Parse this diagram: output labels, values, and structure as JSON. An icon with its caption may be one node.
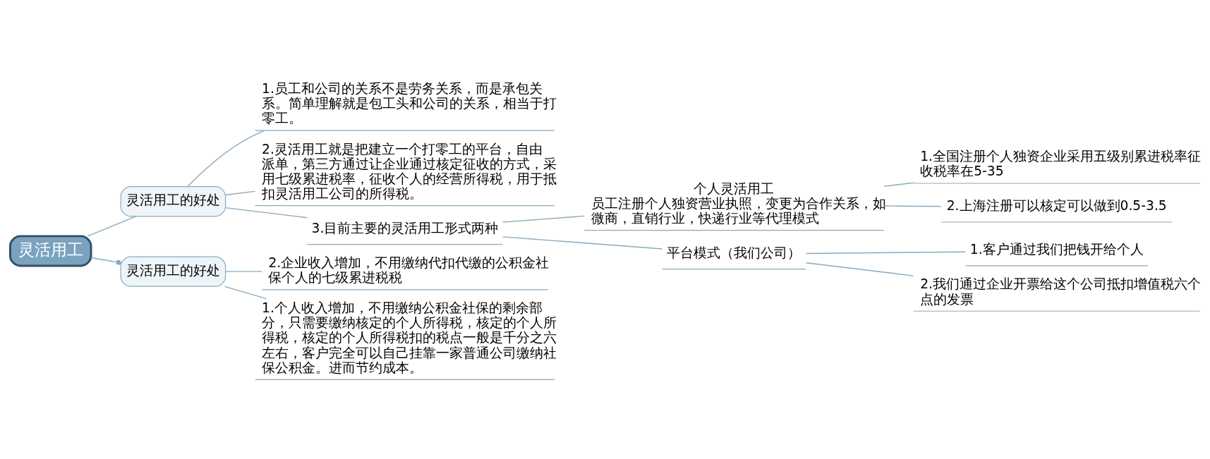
{
  "diagram": {
    "nodes": [
      {
        "text": [
          "灵活用工"
        ]
      },
      {
        "text": [
          "灵活用工的好处"
        ]
      },
      {
        "text": [
          "1.员工和公司的关系不是劳务关系，而是承包关系。简单理解就是包工头和公司的关系，相当于打零工。"
        ]
      },
      {
        "text": [
          "2.灵活用工就是把建立一个打零工的平台，自由派单，第三方通过让企业通过核定征收的方式，采用七级累进税率，征收个人的经营所得税，用于抵扣灵活用工公司的所得税。"
        ]
      },
      {
        "text": [
          "3.目前主要的灵活用工形式两种"
        ]
      },
      {
        "text": [
          "个人灵活用工",
          "员工注册个人独资营业执照，变更为合作关系，如微商，直销行业，快递行业等代理模式"
        ]
      },
      {
        "text": [
          "1.全国注册个人独资企业采用五级别累进税率征收税率在5-35"
        ]
      },
      {
        "text": [
          "2.上海注册可以核定可以做到0.5-3.5"
        ]
      },
      {
        "text": [
          "平台模式（我们公司）"
        ]
      },
      {
        "text": [
          "1.客户通过我们把钱开给个人"
        ]
      },
      {
        "text": [
          "2.我们通过企业开票给这个公司抵扣增值税六个点的发票"
        ]
      },
      {
        "text": [
          "灵活用工的好处"
        ]
      },
      {
        "text": [
          "2.企业收入增加，不用缴纳代扣代缴的公积金社保个人的七级累进税税"
        ]
      },
      {
        "text": [
          "1.个人收入增加，不用缴纳公积金社保的剩余部分，只需要缴纳核定的个人所得税，核定的个人所得税，核定的个人所得税扣的税点一般是千分之六左右，客户完全可以自己挂靠一家普通公司缴纳社保公积金。进而节约成本。"
        ]
      }
    ],
    "edges": [
      {
        "from": 0,
        "to": 1,
        "arrow": "none"
      },
      {
        "from": 1,
        "to": 2,
        "arrow": "none"
      },
      {
        "from": 1,
        "to": 3,
        "arrow": "none"
      },
      {
        "from": 1,
        "to": 4,
        "arrow": "none"
      },
      {
        "from": 4,
        "to": 5,
        "arrow": "none"
      },
      {
        "from": 5,
        "to": 6,
        "arrow": "none"
      },
      {
        "from": 5,
        "to": 7,
        "arrow": "none"
      },
      {
        "from": 4,
        "to": 8,
        "arrow": "none"
      },
      {
        "from": 8,
        "to": 9,
        "arrow": "none"
      },
      {
        "from": 8,
        "to": 10,
        "arrow": "none"
      },
      {
        "from": 0,
        "to": 11,
        "arrow": "other"
      },
      {
        "from": 11,
        "to": 12,
        "arrow": "none"
      },
      {
        "from": 11,
        "to": 13,
        "arrow": "none"
      }
    ]
  }
}
